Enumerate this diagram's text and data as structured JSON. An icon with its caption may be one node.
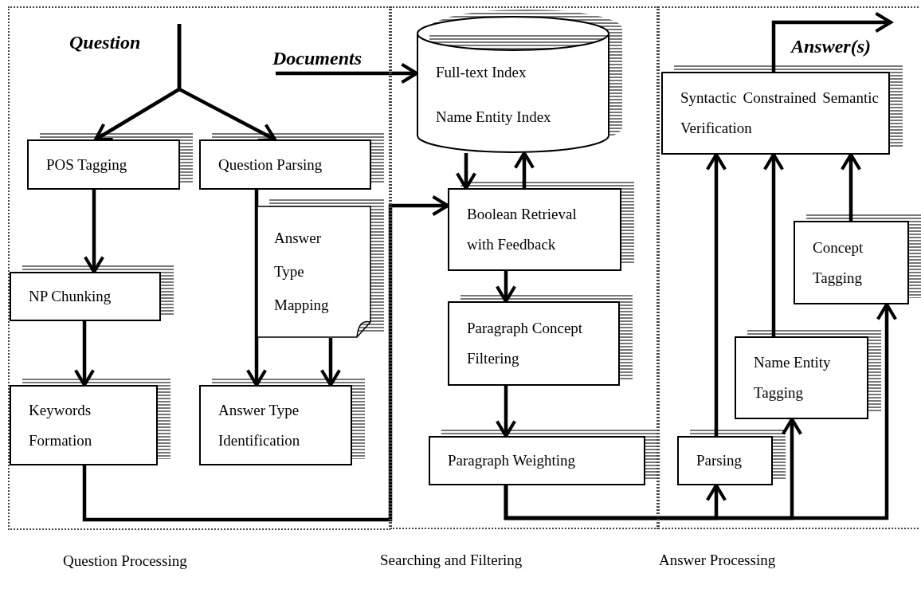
{
  "diagram": {
    "nodes": [
      {
        "text": [
          "Question Processing"
        ]
      },
      {
        "text": [
          "Searching and Filtering"
        ]
      },
      {
        "text": [
          "Answer Processing"
        ]
      },
      {
        "text": [
          "POS Tagging"
        ],
        "in": 0
      },
      {
        "text": [
          "Question Parsing"
        ],
        "in": 0
      },
      {
        "text": [
          "NP Chunking"
        ],
        "in": 0
      },
      {
        "text": [
          "Answer Type Mapping"
        ],
        "in": 0
      },
      {
        "text": [
          "Keywords Formation"
        ],
        "in": 0
      },
      {
        "text": [
          "Answer Type Identification"
        ],
        "in": 0
      },
      {
        "text": [
          "Full-text Index",
          "Name Entity Index"
        ],
        "in": 1
      },
      {
        "text": [
          "Boolean Retrieval with Feedback"
        ],
        "in": 1
      },
      {
        "text": [
          "Paragraph Concept Filtering"
        ],
        "in": 1
      },
      {
        "text": [
          "Paragraph Weighting"
        ],
        "in": 1
      },
      {
        "text": [
          "Syntactic Constrained Semantic Verification"
        ],
        "in": 2
      },
      {
        "text": [
          "Concept Tagging"
        ],
        "in": 2
      },
      {
        "text": [
          "Name Entity Tagging"
        ],
        "in": 2
      },
      {
        "text": [
          "Parsing"
        ],
        "in": 2
      }
    ],
    "edges": [
      {
        "from": null,
        "to": 3,
        "arrow": "to"
      },
      {
        "from": null,
        "to": 4,
        "arrow": "to"
      },
      {
        "from": 3,
        "to": 5,
        "arrow": "to"
      },
      {
        "from": 5,
        "to": 7,
        "arrow": "to"
      },
      {
        "from": 4,
        "to": 8,
        "arrow": "to"
      },
      {
        "from": 6,
        "to": 8,
        "arrow": "to"
      },
      {
        "from": 7,
        "to": 10,
        "arrow": "to"
      },
      {
        "from": null,
        "to": 9,
        "arrow": "to"
      },
      {
        "from": 9,
        "to": 10,
        "arrow": "to"
      },
      {
        "from": 10,
        "to": 9,
        "arrow": "to"
      },
      {
        "from": 10,
        "to": 11,
        "arrow": "to"
      },
      {
        "from": 11,
        "to": 12,
        "arrow": "to"
      },
      {
        "from": 12,
        "to": 16,
        "arrow": "to"
      },
      {
        "from": 12,
        "to": 15,
        "arrow": "to"
      },
      {
        "from": 12,
        "to": 14,
        "arrow": "to"
      },
      {
        "from": 16,
        "to": 13,
        "arrow": "to"
      },
      {
        "from": 15,
        "to": 13,
        "arrow": "to"
      },
      {
        "from": 14,
        "to": 13,
        "arrow": "to"
      },
      {
        "from": 13,
        "to": null,
        "arrow": "to"
      }
    ],
    "labels": [
      "Question",
      "Documents",
      "Answer(s)"
    ]
  }
}
